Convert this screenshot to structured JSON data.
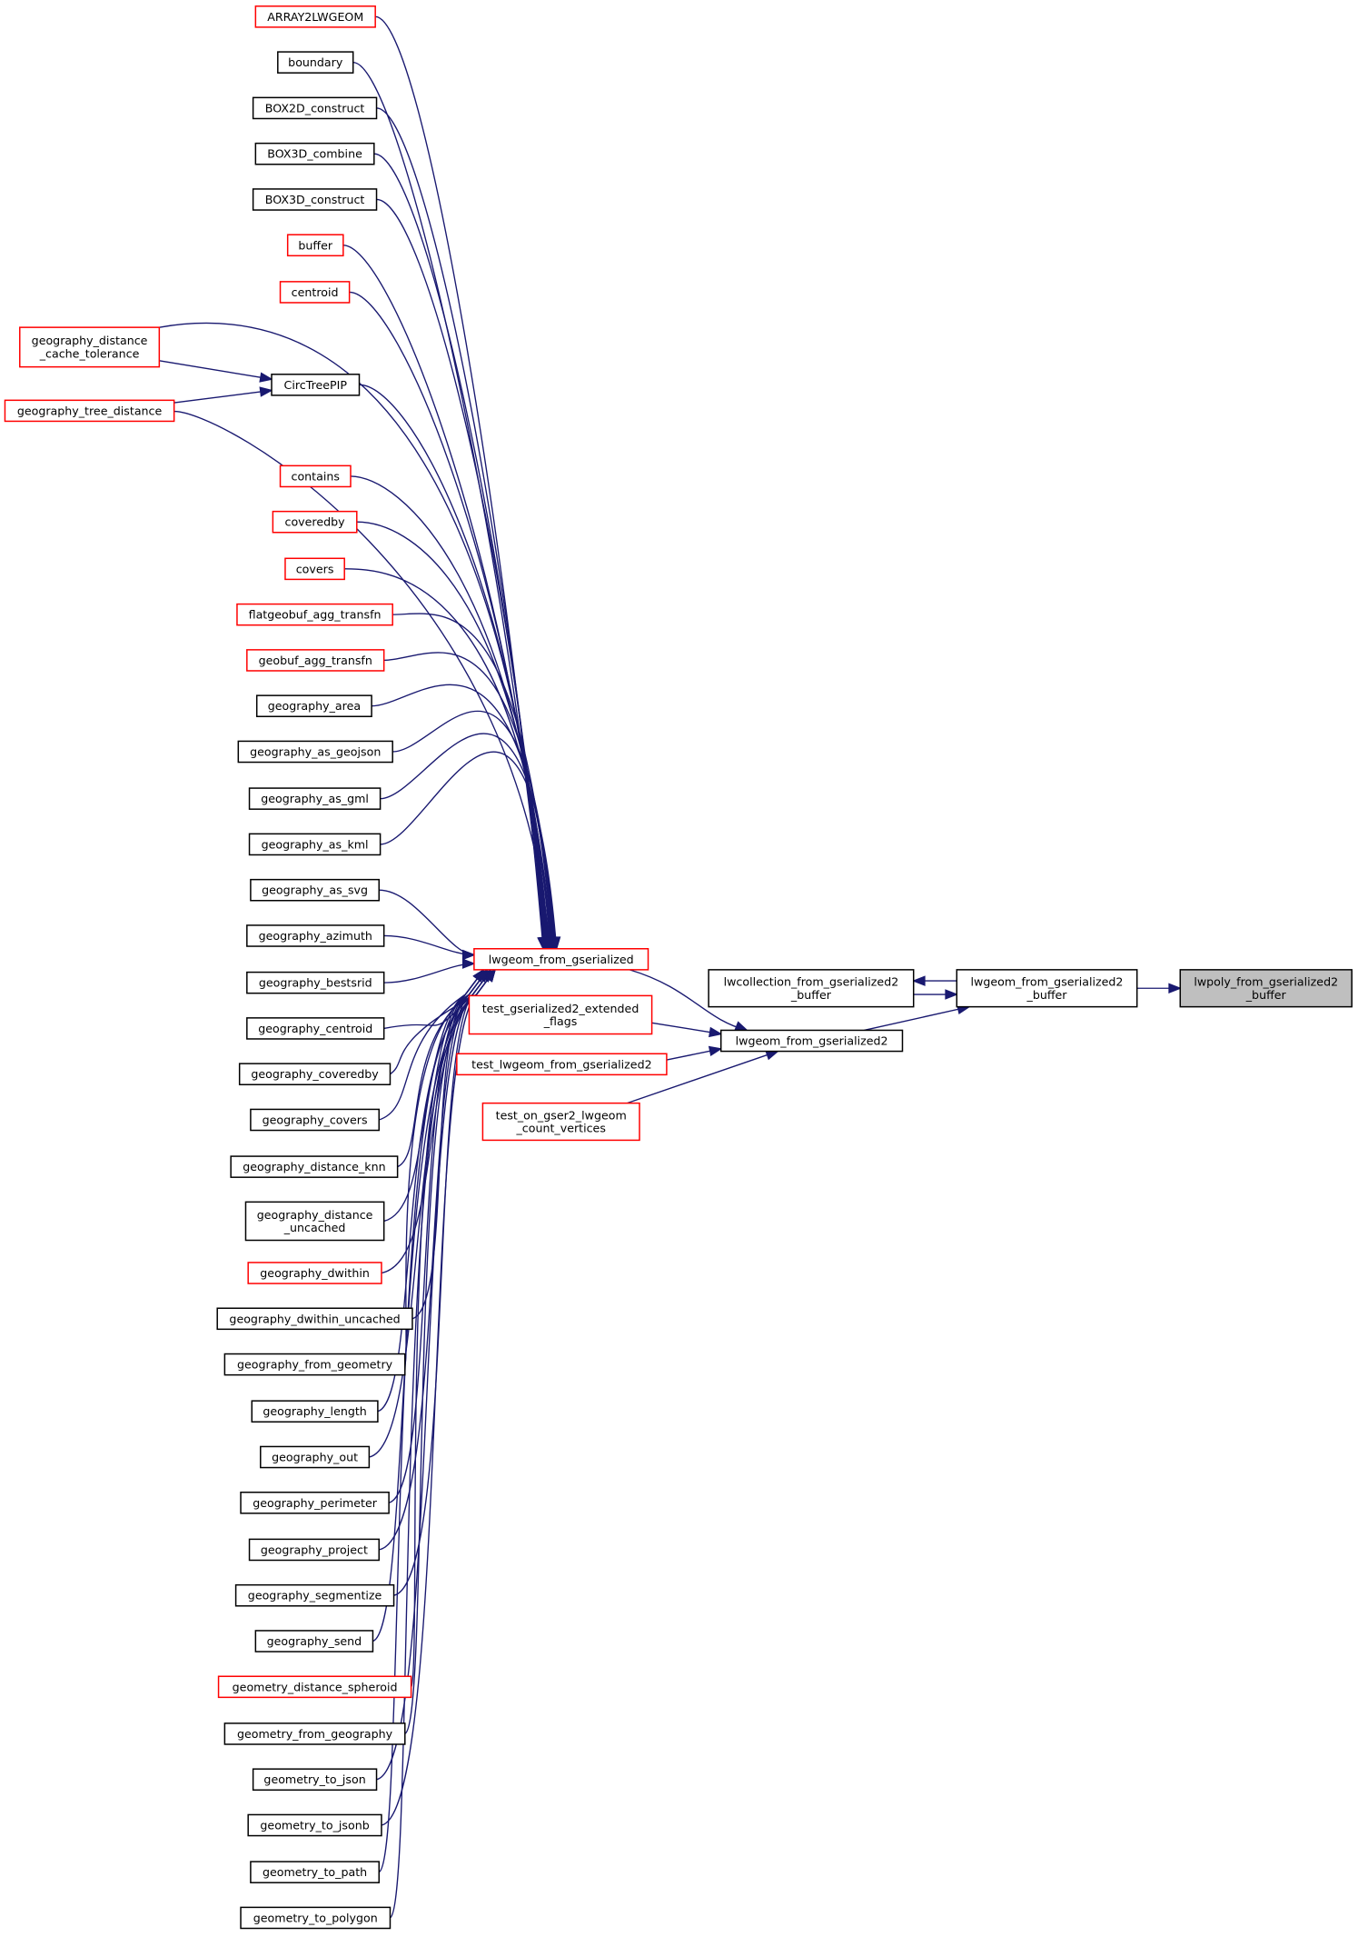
{
  "colors": {
    "edge": "#191970",
    "red_border": "#ff0000",
    "black_border": "#000000",
    "highlight_fill": "#bfbfbf"
  },
  "nodes": [
    {
      "id": "ARRAY2LWGEOM",
      "lines": [
        "ARRAY2LWGEOM"
      ],
      "border": "red"
    },
    {
      "id": "boundary",
      "lines": [
        "boundary"
      ],
      "border": "black"
    },
    {
      "id": "BOX2D_construct",
      "lines": [
        "BOX2D_construct"
      ],
      "border": "black"
    },
    {
      "id": "BOX3D_combine",
      "lines": [
        "BOX3D_combine"
      ],
      "border": "black"
    },
    {
      "id": "BOX3D_construct",
      "lines": [
        "BOX3D_construct"
      ],
      "border": "black"
    },
    {
      "id": "buffer",
      "lines": [
        "buffer"
      ],
      "border": "red"
    },
    {
      "id": "centroid",
      "lines": [
        "centroid"
      ],
      "border": "red"
    },
    {
      "id": "gdct",
      "lines": [
        "geography_distance",
        "_cache_tolerance"
      ],
      "border": "red"
    },
    {
      "id": "CircTreePIP",
      "lines": [
        "CircTreePIP"
      ],
      "border": "black"
    },
    {
      "id": "gtd",
      "lines": [
        "geography_tree_distance"
      ],
      "border": "red"
    },
    {
      "id": "contains",
      "lines": [
        "contains"
      ],
      "border": "red"
    },
    {
      "id": "coveredby",
      "lines": [
        "coveredby"
      ],
      "border": "red"
    },
    {
      "id": "covers",
      "lines": [
        "covers"
      ],
      "border": "red"
    },
    {
      "id": "flatgeobuf",
      "lines": [
        "flatgeobuf_agg_transfn"
      ],
      "border": "red"
    },
    {
      "id": "geobuf",
      "lines": [
        "geobuf_agg_transfn"
      ],
      "border": "red"
    },
    {
      "id": "g_area",
      "lines": [
        "geography_area"
      ],
      "border": "black"
    },
    {
      "id": "g_geojson",
      "lines": [
        "geography_as_geojson"
      ],
      "border": "black"
    },
    {
      "id": "g_gml",
      "lines": [
        "geography_as_gml"
      ],
      "border": "black"
    },
    {
      "id": "g_kml",
      "lines": [
        "geography_as_kml"
      ],
      "border": "black"
    },
    {
      "id": "g_svg",
      "lines": [
        "geography_as_svg"
      ],
      "border": "black"
    },
    {
      "id": "g_azimuth",
      "lines": [
        "geography_azimuth"
      ],
      "border": "black"
    },
    {
      "id": "g_bestsrid",
      "lines": [
        "geography_bestsrid"
      ],
      "border": "black"
    },
    {
      "id": "g_centroid",
      "lines": [
        "geography_centroid"
      ],
      "border": "black"
    },
    {
      "id": "g_coveredby",
      "lines": [
        "geography_coveredby"
      ],
      "border": "black"
    },
    {
      "id": "g_covers",
      "lines": [
        "geography_covers"
      ],
      "border": "black"
    },
    {
      "id": "g_knn",
      "lines": [
        "geography_distance_knn"
      ],
      "border": "black"
    },
    {
      "id": "g_uncached",
      "lines": [
        "geography_distance",
        "_uncached"
      ],
      "border": "black"
    },
    {
      "id": "g_dwithin",
      "lines": [
        "geography_dwithin"
      ],
      "border": "red"
    },
    {
      "id": "g_dwithin_unc",
      "lines": [
        "geography_dwithin_uncached"
      ],
      "border": "black"
    },
    {
      "id": "g_from_geom",
      "lines": [
        "geography_from_geometry"
      ],
      "border": "black"
    },
    {
      "id": "g_length",
      "lines": [
        "geography_length"
      ],
      "border": "black"
    },
    {
      "id": "g_out",
      "lines": [
        "geography_out"
      ],
      "border": "black"
    },
    {
      "id": "g_perimeter",
      "lines": [
        "geography_perimeter"
      ],
      "border": "black"
    },
    {
      "id": "g_project",
      "lines": [
        "geography_project"
      ],
      "border": "black"
    },
    {
      "id": "g_segmentize",
      "lines": [
        "geography_segmentize"
      ],
      "border": "black"
    },
    {
      "id": "g_send",
      "lines": [
        "geography_send"
      ],
      "border": "black"
    },
    {
      "id": "gm_spheroid",
      "lines": [
        "geometry_distance_spheroid"
      ],
      "border": "red"
    },
    {
      "id": "gm_from_geog",
      "lines": [
        "geometry_from_geography"
      ],
      "border": "black"
    },
    {
      "id": "gm_json",
      "lines": [
        "geometry_to_json"
      ],
      "border": "black"
    },
    {
      "id": "gm_jsonb",
      "lines": [
        "geometry_to_jsonb"
      ],
      "border": "black"
    },
    {
      "id": "gm_path",
      "lines": [
        "geometry_to_path"
      ],
      "border": "black"
    },
    {
      "id": "gm_polygon",
      "lines": [
        "geometry_to_polygon"
      ],
      "border": "black"
    },
    {
      "id": "lfg",
      "lines": [
        "lwgeom_from_gserialized"
      ],
      "border": "red"
    },
    {
      "id": "t_ext",
      "lines": [
        "test_gserialized2_extended",
        "_flags"
      ],
      "border": "red"
    },
    {
      "id": "t_lfg2",
      "lines": [
        "test_lwgeom_from_gserialized2"
      ],
      "border": "red"
    },
    {
      "id": "t_count",
      "lines": [
        "test_on_gser2_lwgeom",
        "_count_vertices"
      ],
      "border": "red"
    },
    {
      "id": "lfg2",
      "lines": [
        "lwgeom_from_gserialized2"
      ],
      "border": "black"
    },
    {
      "id": "lcoll",
      "lines": [
        "lwcollection_from_gserialized2",
        "_buffer"
      ],
      "border": "black"
    },
    {
      "id": "lfg2b",
      "lines": [
        "lwgeom_from_gserialized2",
        "_buffer"
      ],
      "border": "black"
    },
    {
      "id": "lpoly",
      "lines": [
        "lwpoly_from_gserialized2",
        "_buffer"
      ],
      "border": "black",
      "highlighted": true
    }
  ],
  "edges": [
    [
      "gdct",
      "CircTreePIP"
    ],
    [
      "gtd",
      "CircTreePIP"
    ],
    [
      "lfg",
      "lfg2"
    ],
    [
      "t_ext",
      "lfg2"
    ],
    [
      "t_lfg2",
      "lfg2"
    ],
    [
      "t_count",
      "lfg2"
    ],
    [
      "lfg2",
      "lfg2b"
    ],
    [
      "lcoll",
      "lfg2b"
    ],
    [
      "lfg2b",
      "lcoll"
    ],
    [
      "lfg2b",
      "lpoly"
    ]
  ],
  "callers_of_lwgeom_from_gserialized": [
    "ARRAY2LWGEOM",
    "boundary",
    "BOX2D_construct",
    "BOX3D_combine",
    "BOX3D_construct",
    "buffer",
    "centroid",
    "gdct",
    "CircTreePIP",
    "gtd",
    "contains",
    "coveredby",
    "covers",
    "flatgeobuf",
    "geobuf",
    "g_area",
    "g_geojson",
    "g_gml",
    "g_kml",
    "g_svg",
    "g_azimuth",
    "g_bestsrid",
    "g_centroid",
    "g_coveredby",
    "g_covers",
    "g_knn",
    "g_uncached",
    "g_dwithin",
    "g_dwithin_unc",
    "g_from_geom",
    "g_length",
    "g_out",
    "g_perimeter",
    "g_project",
    "g_segmentize",
    "g_send",
    "gm_spheroid",
    "gm_from_geog",
    "gm_json",
    "gm_jsonb",
    "gm_path",
    "gm_polygon"
  ]
}
